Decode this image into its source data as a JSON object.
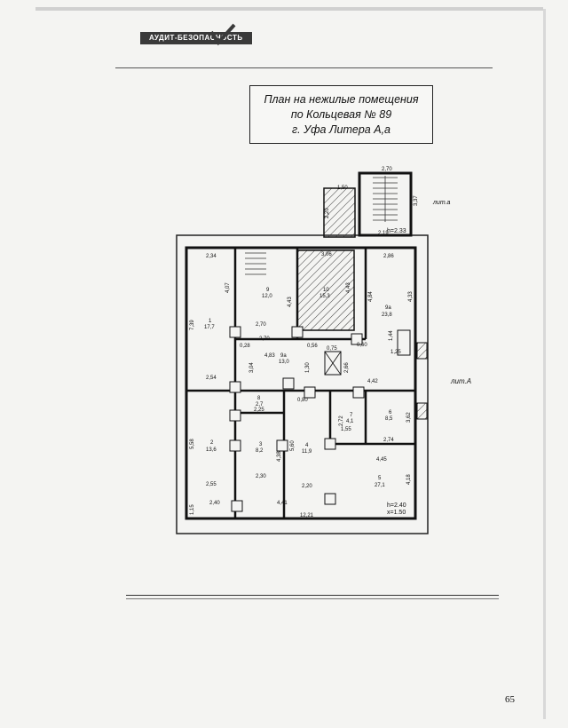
{
  "header": {
    "brand": "АУДИТ-БЕЗОПАСНОСТЬ"
  },
  "title": {
    "line1": "План на нежилые помещения",
    "line2": "по Кольцевая № 89",
    "line3": "г. Уфа Литера А,а"
  },
  "plan": {
    "labels": {
      "lit_a_small": "лит.а",
      "lit_a_big": "лит.А",
      "h_top": "h=2.33",
      "h_bottom": "h=2.40",
      "x_bottom": "x=1.50"
    },
    "dims": {
      "d_270": "2,70",
      "d_150": "1,50",
      "d_337": "3,37",
      "d_220": "2,20",
      "d_306": "3,06",
      "d_219": "2,19",
      "d_234": "2,34",
      "d_286": "2,86",
      "d_407": "4,07",
      "d_443": "4,43",
      "d_443b": "4,43",
      "d_484": "4,84",
      "d_433": "4,33",
      "d_739": "7,39",
      "d_270b": "2,70",
      "d_270c": "2,70",
      "d_483": "4,83",
      "d_304": "3,04",
      "d_130": "1,30",
      "d_075": "0,75",
      "d_266": "2,66",
      "d_254": "2,54",
      "d_442": "4,42",
      "d_144": "1,44",
      "d_125": "1,25",
      "d_225": "2,25",
      "d_272": "2,72",
      "d_155": "1,55",
      "d_274": "2,74",
      "d_362": "3,62",
      "d_558": "5,58",
      "d_438": "4,38",
      "d_560": "5,60",
      "d_445": "4,45",
      "d_418": "4,18",
      "d_230": "2,30",
      "d_255": "2,55",
      "d_220b": "2,20",
      "d_240": "2,40",
      "d_441": "4,41",
      "d_115": "1,15",
      "d_1221": "12,21",
      "d_080": "0,80",
      "d_060": "0,60",
      "d_056": "0,56",
      "d_028": "0,28"
    },
    "rooms": {
      "r1": "1",
      "r1a": "17,7",
      "r2": "2",
      "r2a": "13,6",
      "r3": "3",
      "r3a": "8,2",
      "r4": "4",
      "r4a": "11,9",
      "r5": "5",
      "r5a": "27,1",
      "r6": "6",
      "r6a": "8,5",
      "r7": "7",
      "r7a": "4,1",
      "r8": "8",
      "r8a": "2,7",
      "r9": "9",
      "r9a": "12,0",
      "r9b": "9а",
      "r9ba": "13,0",
      "r9c": "9а",
      "r9ca": "23,8",
      "r10": "10",
      "r10a": "15,3"
    }
  },
  "footer": {
    "page_number": "65"
  }
}
